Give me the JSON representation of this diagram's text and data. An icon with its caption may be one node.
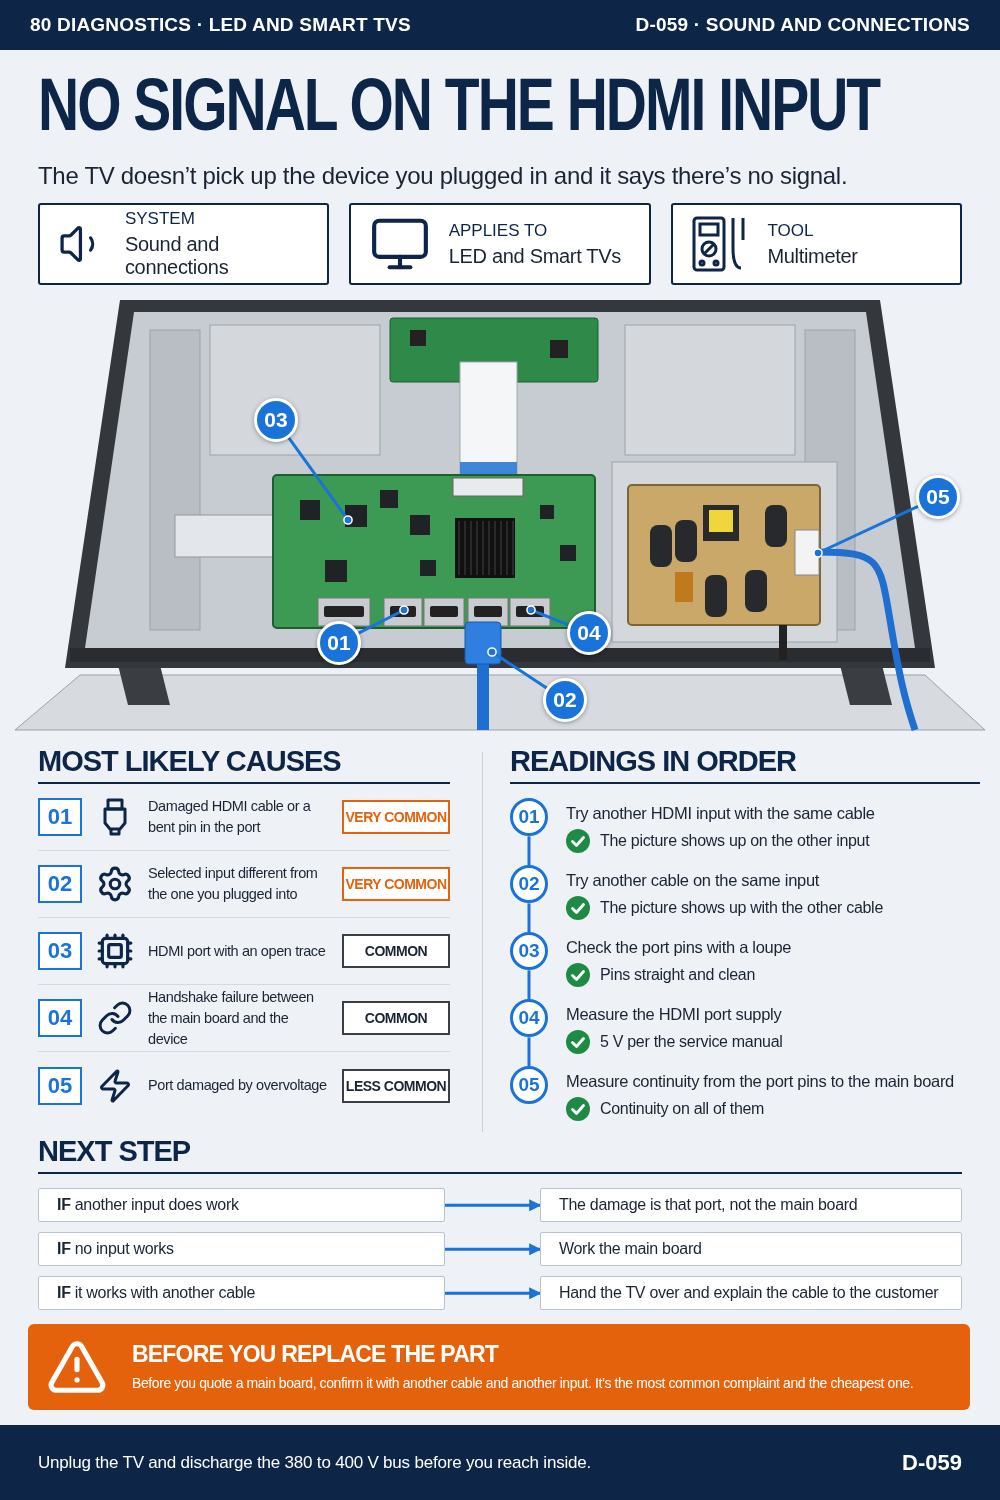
{
  "diagram": {
    "title": "NO SIGNAL ON THE HDMI INPUT",
    "nodes": [
      {
        "text": [
          "SYSTEM",
          "Sound and connections"
        ]
      },
      {
        "text": [
          "APPLIES TO",
          "LED and Smart TVs"
        ]
      },
      {
        "text": [
          "TOOL",
          "Multimeter"
        ]
      },
      {
        "text": [
          "01"
        ]
      },
      {
        "text": [
          "02"
        ]
      },
      {
        "text": [
          "03"
        ]
      },
      {
        "text": [
          "04"
        ]
      },
      {
        "text": [
          "05"
        ]
      },
      {
        "text": [
          "01"
        ]
      },
      {
        "text": [
          "VERY COMMON"
        ]
      },
      {
        "text": [
          "02"
        ]
      },
      {
        "text": [
          "VERY COMMON"
        ]
      },
      {
        "text": [
          "03"
        ]
      },
      {
        "text": [
          "COMMON"
        ]
      },
      {
        "text": [
          "04"
        ]
      },
      {
        "text": [
          "COMMON"
        ]
      },
      {
        "text": [
          "05"
        ]
      },
      {
        "text": [
          "LESS COMMON"
        ]
      },
      {
        "text": [
          "01"
        ]
      },
      {
        "text": [
          "02"
        ]
      },
      {
        "text": [
          "03"
        ]
      },
      {
        "text": [
          "04"
        ]
      },
      {
        "text": [
          "05"
        ]
      },
      {
        "text": [
          "**IF** another input does work"
        ]
      },
      {
        "text": [
          "The damage is that port, not the main board"
        ]
      },
      {
        "text": [
          "**IF** no input works"
        ]
      },
      {
        "text": [
          "Work the main board"
        ]
      },
      {
        "text": [
          "**IF** it works with another cable"
        ]
      },
      {
        "text": [
          "Hand the TV over and explain the cable to the customer"
        ]
      },
      {
        "text": [
          "BEFORE YOU REPLACE THE PART",
          "Before you quote a main board, confirm it with another cable and another input. It’s the most common complaint and the cheapest one."
        ]
      }
    ],
    "edges": [
      {
        "from": 3,
        "to": null,
        "arrow": "other"
      },
      {
        "from": 4,
        "to": null,
        "arrow": "other"
      },
      {
        "from": 5,
        "to": null,
        "arrow": "other"
      },
      {
        "from": 6,
        "to": null,
        "arrow": "other"
      },
      {
        "from": 7,
        "to": null,
        "arrow": "other"
      },
      {
        "from": 18,
        "to": 19,
        "arrow": "none"
      },
      {
        "from": 19,
        "to": 20,
        "arrow": "none"
      },
      {
        "from": 20,
        "to": 21,
        "arrow": "none"
      },
      {
        "from": 21,
        "to": 22,
        "arrow": "none"
      },
      {
        "from": 23,
        "to": 24,
        "arrow": "to"
      },
      {
        "from": 25,
        "to": 26,
        "arrow": "to"
      },
      {
        "from": 27,
        "to": 28,
        "arrow": "to"
      }
    ],
    "labels": [
      "80 DIAGNOSTICS · LED AND SMART TVS",
      "D-059 · SOUND AND CONNECTIONS",
      "The TV doesn’t pick up the device you plugged in and it says there’s no signal.",
      "MOST LIKELY CAUSES",
      "Damaged HDMI cable or a bent pin in the port",
      "Selected input different from the one you plugged into",
      "HDMI port with an open trace",
      "Handshake failure between the main board and the device",
      "Port damaged by overvoltage",
      "READINGS IN ORDER",
      "Try another HDMI input with the same cable",
      "The picture shows up on the other input",
      "Try another cable on the same input",
      "The picture shows up with the other cable",
      "Check the port pins with a loupe",
      "Pins straight and clean",
      "Measure the HDMI port supply",
      "5 V per the service manual",
      "Measure continuity from the port pins to the main board",
      "Continuity on all of them",
      "NEXT STEP",
      "Unplug the TV and discharge the 380 to 400 V bus before you reach inside.",
      "D-059"
    ]
  }
}
